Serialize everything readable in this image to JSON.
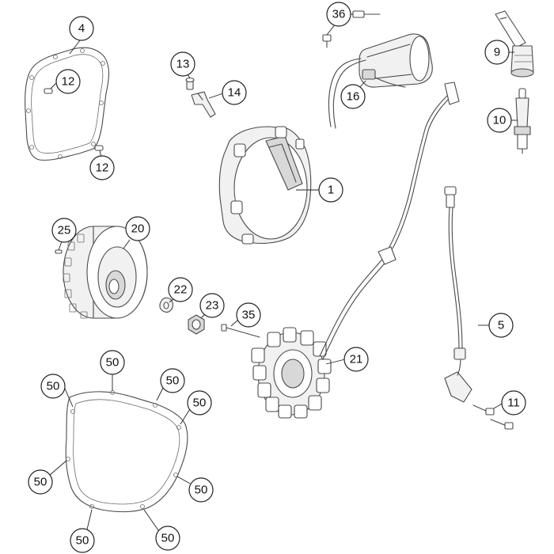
{
  "callouts": {
    "c1": "1",
    "c4": "4",
    "c5": "5",
    "c9": "9",
    "c10": "10",
    "c11": "11",
    "c12a": "12",
    "c12b": "12",
    "c13": "13",
    "c14": "14",
    "c16": "16",
    "c20": "20",
    "c21": "21",
    "c22": "22",
    "c23": "23",
    "c25": "25",
    "c35": "35",
    "c36": "36",
    "c50a": "50",
    "c50b": "50",
    "c50c": "50",
    "c50d": "50",
    "c50e": "50",
    "c50f": "50",
    "c50g": "50",
    "c50h": "50"
  }
}
